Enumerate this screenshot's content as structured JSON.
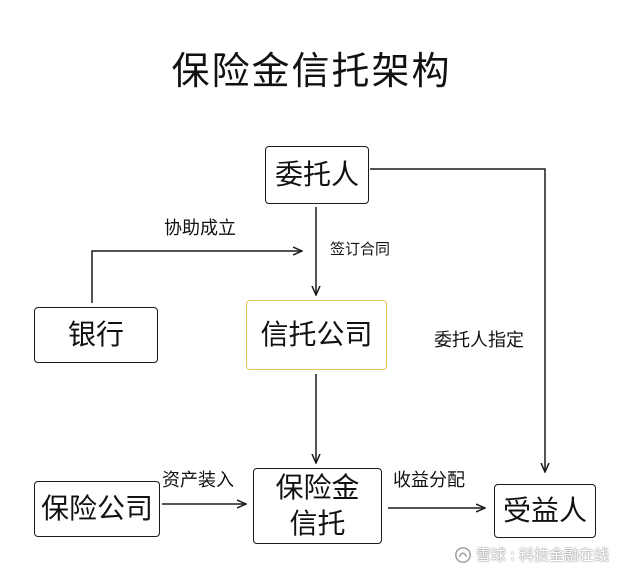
{
  "title": "保险金信托架构",
  "nodes": {
    "settlor": "委托人",
    "bank": "银行",
    "trust_company": "信托公司",
    "insurance_company": "保险公司",
    "insurance_trust_line1": "保险金",
    "insurance_trust_line2": "信托",
    "beneficiary": "受益人"
  },
  "edge_labels": {
    "assist_establish": "协助成立",
    "sign_contract": "签订合同",
    "settlor_designates": "委托人指定",
    "asset_placement": "资产装入",
    "distribution": "收益分配"
  },
  "watermark": {
    "brand": "雪球",
    "author": "科技金融在线"
  },
  "colors": {
    "line": "#1a1a1a",
    "trust_company_border": "#e6c25a"
  },
  "icons": {
    "watermark_logo": "snowball-logo-icon"
  }
}
